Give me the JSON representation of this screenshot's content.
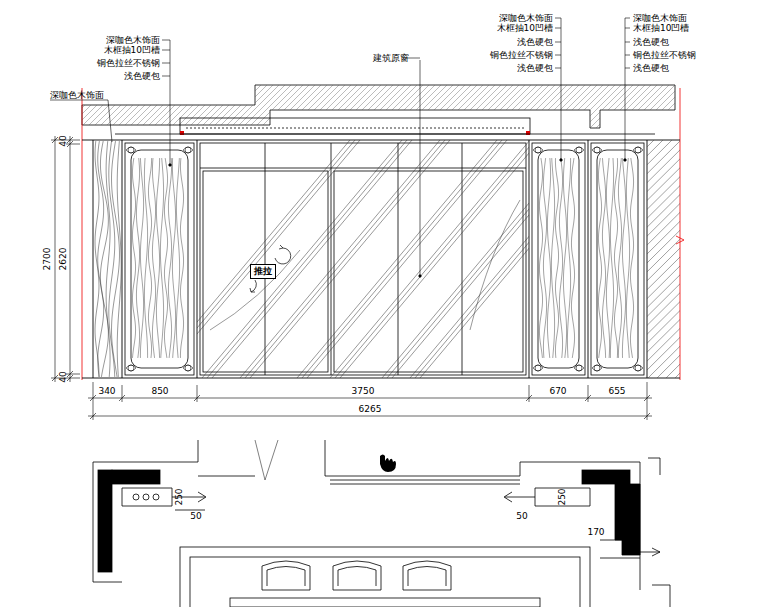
{
  "diagram": {
    "nodes": [
      {
        "text": [
          "推拉"
        ]
      }
    ],
    "labels": [
      "深咖色木饰面",
      "木框抽10凹槽",
      "铜色拉丝不锈钢",
      "浅色硬包",
      "深咖色木饰面",
      "建筑原窗",
      "深咖色木饰面",
      "木框抽10凹槽",
      "浅色硬包",
      "铜色拉丝不锈钢",
      "浅色硬包",
      "深咖色木饰面",
      "木框抽10凹槽",
      "浅色硬包",
      "铜色拉丝不锈钢",
      "浅色硬包",
      "40",
      "2620",
      "2700",
      "40",
      "340",
      "850",
      "3750",
      "670",
      "655",
      "6265",
      "250",
      "50",
      "250",
      "50",
      "170"
    ]
  }
}
